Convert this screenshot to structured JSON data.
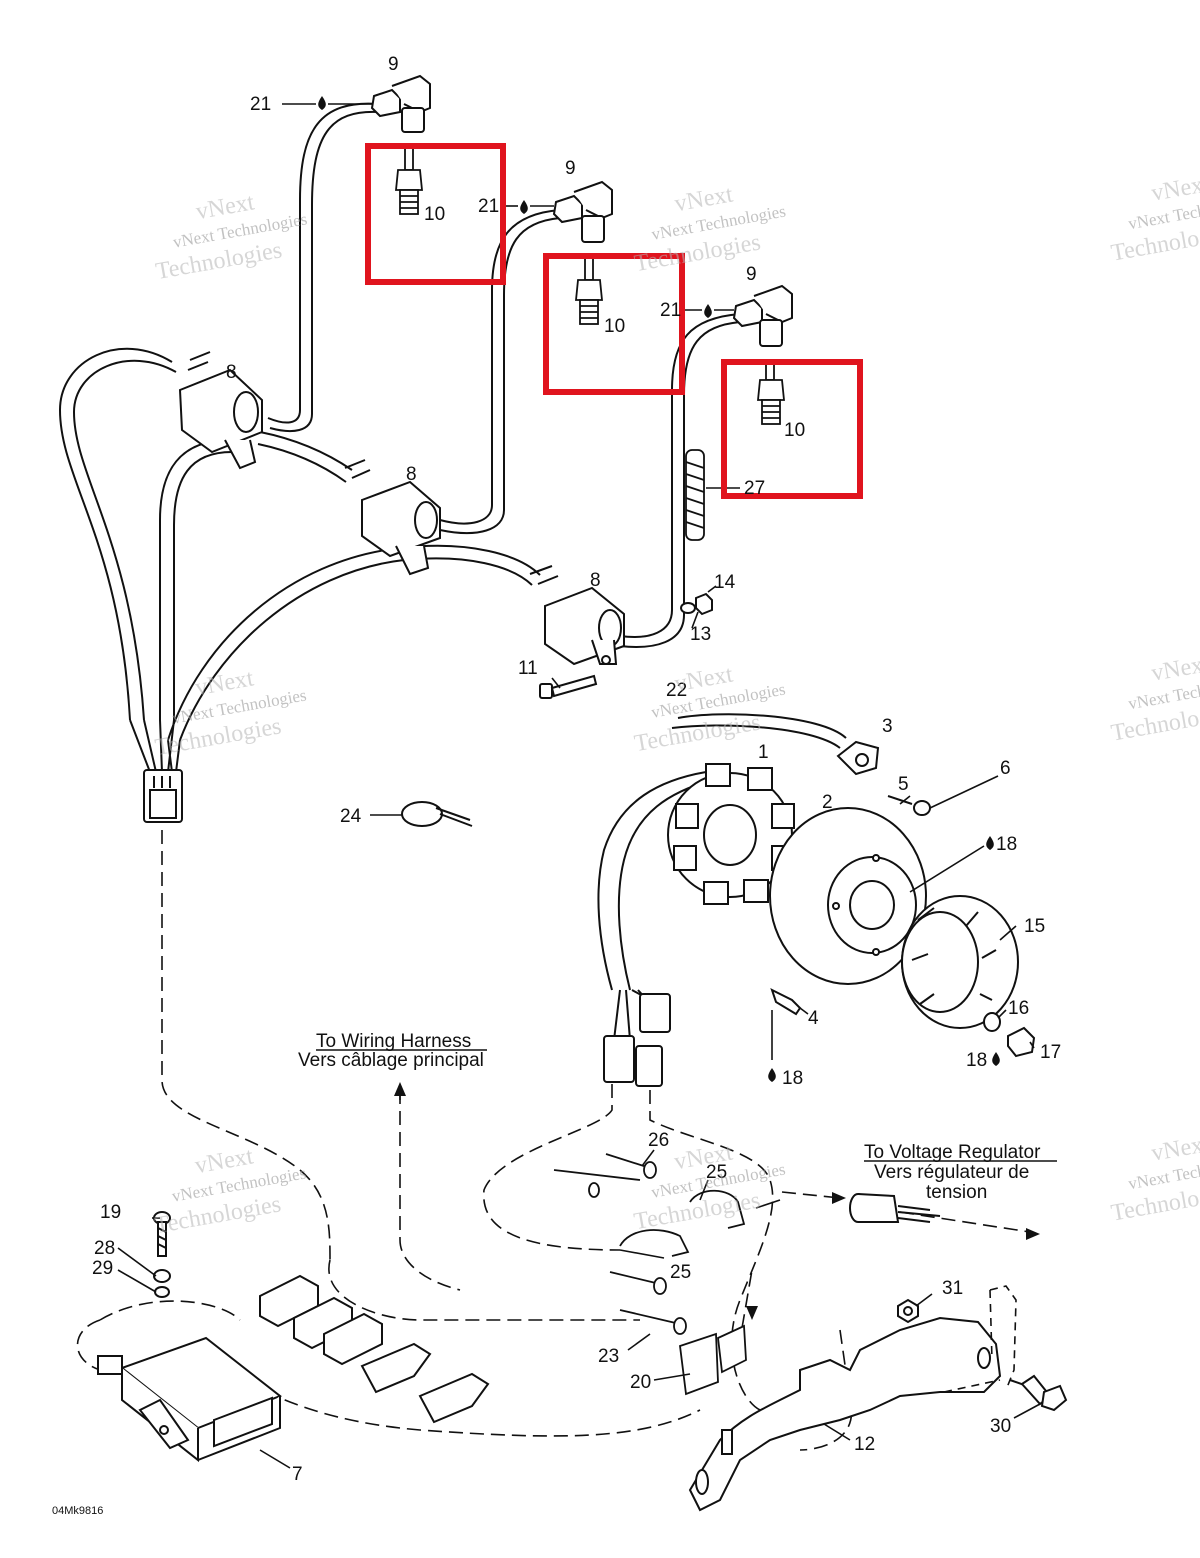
{
  "diagram": {
    "part_labels": {
      "p1": "1",
      "p2": "2",
      "p3": "3",
      "p4": "4",
      "p5": "5",
      "p6": "6",
      "p7": "7",
      "p8": "8",
      "p9": "9",
      "p10": "10",
      "p11": "11",
      "p12": "12",
      "p13": "13",
      "p14": "14",
      "p15": "15",
      "p16": "16",
      "p17": "17",
      "p18": "18",
      "p19": "19",
      "p20": "20",
      "p21": "21",
      "p22": "22",
      "p23": "23",
      "p24": "24",
      "p25": "25",
      "p26": "26",
      "p27": "27",
      "p28": "28",
      "p29": "29",
      "p30": "30",
      "p31": "31"
    },
    "notes": {
      "wiring_harness_en": "To Wiring Harness",
      "wiring_harness_fr": "Vers câblage principal",
      "voltage_regulator_en": "To Voltage Regulator",
      "voltage_regulator_fr_1": "Vers régulateur de",
      "voltage_regulator_fr_2": "tension"
    },
    "drawing_code": "04Mk9816",
    "watermark": {
      "line1": "vNext Technologies",
      "line2": "Technologies",
      "line3": "vNext"
    },
    "highlight_color": "#e0141e",
    "line_color": "#111111"
  }
}
